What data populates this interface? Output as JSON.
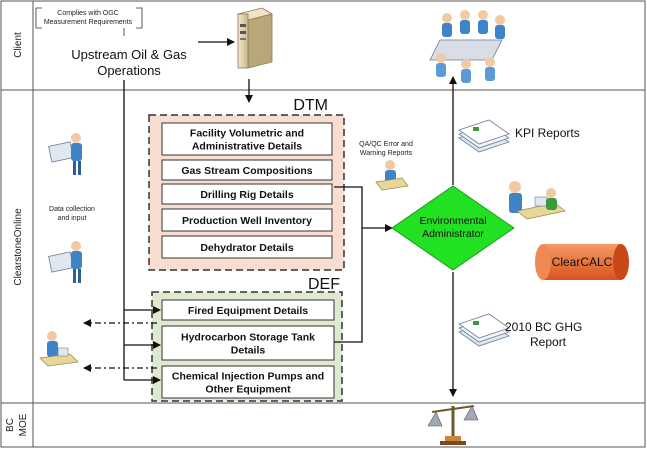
{
  "lanes": {
    "client": "Client",
    "online": "ClearstoneOnline",
    "moe_line1": "BC",
    "moe_line2": "MOE"
  },
  "client": {
    "note_line1": "Complies with OGC",
    "note_line2": "Measurement Requirements",
    "source_line1": "Upstream Oil & Gas",
    "source_line2": "Operations"
  },
  "dtm": {
    "title": "DTM",
    "items": [
      [
        "Facility Volumetric and",
        "Administrative Details"
      ],
      [
        "Gas Stream Compositions"
      ],
      [
        "Drilling Rig Details"
      ],
      [
        "Production Well Inventory"
      ],
      [
        "Dehydrator Details"
      ]
    ]
  },
  "def": {
    "title": "DEF",
    "items": [
      [
        "Fired Equipment Details"
      ],
      [
        "Hydrocarbon Storage Tank",
        "Details"
      ],
      [
        "Chemical Injection Pumps and",
        "Other Equipment"
      ]
    ]
  },
  "labels": {
    "data_collection_line1": "Data collection",
    "data_collection_line2": "and input",
    "qaqc_line1": "QA/QC Error and",
    "qaqc_line2": "Warning Reports",
    "admin_line1": "Environmental",
    "admin_line2": "Administrator",
    "kpi": "KPI Reports",
    "clearcalc": "ClearCALC",
    "ghg_line1": "2010 BC GHG",
    "ghg_line2": "Report"
  },
  "colors": {
    "dtm_fill": "#f9ddd0",
    "def_fill": "#dfe9cf",
    "admin_fill": "#22e022",
    "clearcalc_fill": "#e8622a"
  }
}
